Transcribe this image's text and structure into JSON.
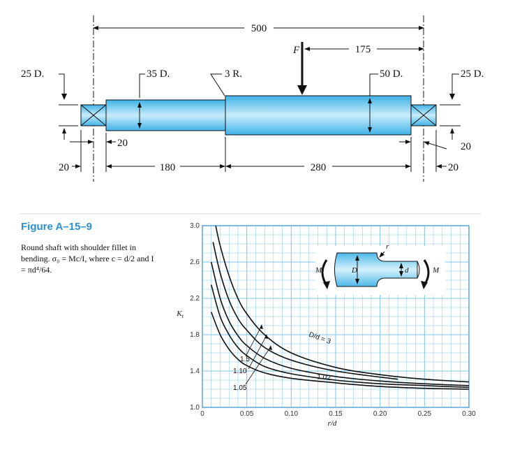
{
  "shaft": {
    "dims": {
      "overall": "500",
      "load_label": "F",
      "load_dist": "175",
      "left_end_dia": "25 D.",
      "step_dia": "35 D.",
      "fillet_radius": "3 R.",
      "center_dia": "50 D.",
      "right_end_dia": "25 D.",
      "left_bearing_width": "20",
      "left_shoulder": "20",
      "len_35": "180",
      "len_50": "280",
      "right_shoulder": "20",
      "right_bearing_width": "20"
    },
    "colors": {
      "shaft_fill": "#66c8ee",
      "shaft_light": "#c8ecfb",
      "outline": "#111111"
    }
  },
  "figure": {
    "label": "Figure A–15–9",
    "caption": "Round shaft with shoulder fillet in bending. σ₀ = Mc/I, where c = d/2 and I = πd⁴/64.",
    "inset": {
      "D": "D",
      "d": "d",
      "r": "r",
      "M": "M"
    },
    "colors": {
      "grid": "#7bc4ea",
      "accent": "#2b8fd0",
      "curve": "#111111"
    }
  },
  "chart_data": {
    "type": "line",
    "xlabel": "r/d",
    "ylabel": "Kt",
    "xlim": [
      0,
      0.3
    ],
    "ylim": [
      1.0,
      3.0
    ],
    "xticks": [
      "0",
      "0.05",
      "0.10",
      "0.15",
      "0.20",
      "0.25",
      "0.30"
    ],
    "yticks": [
      "1.0",
      "1.4",
      "1.8",
      "2.2",
      "2.6",
      "3.0"
    ],
    "grid": true,
    "series": [
      {
        "name": "D/d = 3",
        "x": [
          0.015,
          0.02,
          0.03,
          0.04,
          0.05,
          0.07,
          0.1,
          0.15,
          0.2,
          0.25,
          0.3
        ],
        "y": [
          3.0,
          2.78,
          2.45,
          2.2,
          2.03,
          1.8,
          1.6,
          1.44,
          1.36,
          1.31,
          1.28
        ]
      },
      {
        "name": "1.5",
        "x": [
          0.012,
          0.02,
          0.03,
          0.04,
          0.05,
          0.07,
          0.1,
          0.15,
          0.22
        ],
        "y": [
          2.82,
          2.48,
          2.18,
          1.98,
          1.85,
          1.66,
          1.52,
          1.4,
          1.31
        ]
      },
      {
        "name": "1.10",
        "x": [
          0.01,
          0.02,
          0.03,
          0.04,
          0.05,
          0.07,
          0.1,
          0.15,
          0.2,
          0.25,
          0.3
        ],
        "y": [
          2.6,
          2.2,
          1.95,
          1.79,
          1.68,
          1.54,
          1.43,
          1.34,
          1.29,
          1.26,
          1.24
        ]
      },
      {
        "name": "1.05",
        "x": [
          0.01,
          0.02,
          0.03,
          0.04,
          0.05,
          0.07,
          0.1,
          0.15,
          0.2,
          0.25,
          0.3
        ],
        "y": [
          2.35,
          2.0,
          1.8,
          1.66,
          1.57,
          1.45,
          1.37,
          1.3,
          1.26,
          1.24,
          1.22
        ]
      },
      {
        "name": "1.02",
        "x": [
          0.01,
          0.02,
          0.03,
          0.04,
          0.05,
          0.07,
          0.1,
          0.15,
          0.2,
          0.25,
          0.3
        ],
        "y": [
          2.05,
          1.8,
          1.64,
          1.53,
          1.46,
          1.38,
          1.32,
          1.27,
          1.23,
          1.21,
          1.2
        ]
      }
    ]
  }
}
